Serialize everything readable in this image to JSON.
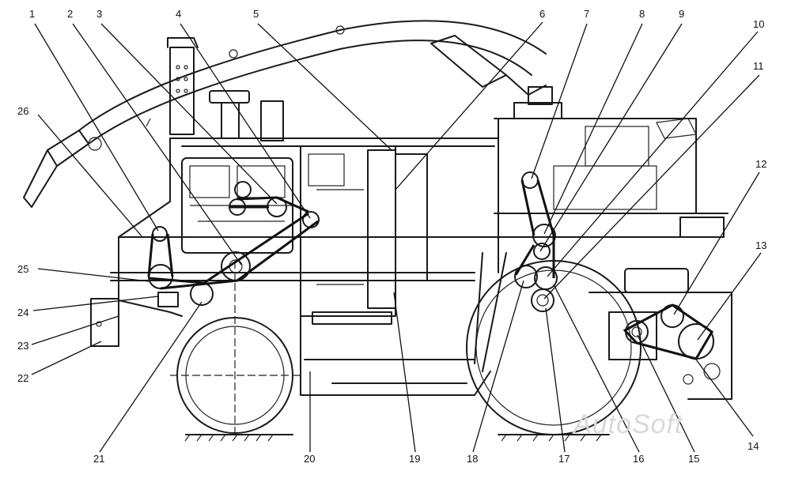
{
  "callouts": [
    {
      "n": "1"
    },
    {
      "n": "2"
    },
    {
      "n": "3"
    },
    {
      "n": "4"
    },
    {
      "n": "5"
    },
    {
      "n": "6"
    },
    {
      "n": "7"
    },
    {
      "n": "8"
    },
    {
      "n": "9"
    },
    {
      "n": "10"
    },
    {
      "n": "11"
    },
    {
      "n": "12"
    },
    {
      "n": "13"
    },
    {
      "n": "14"
    },
    {
      "n": "15"
    },
    {
      "n": "16"
    },
    {
      "n": "17"
    },
    {
      "n": "18"
    },
    {
      "n": "19"
    },
    {
      "n": "20"
    },
    {
      "n": "21"
    },
    {
      "n": "22"
    },
    {
      "n": "23"
    },
    {
      "n": "24"
    },
    {
      "n": "25"
    },
    {
      "n": "26"
    }
  ],
  "watermark": "AutoSoft",
  "colors": {
    "ink": "#1a1a1a",
    "background": "#ffffff",
    "watermark": "#d9d9d9"
  }
}
